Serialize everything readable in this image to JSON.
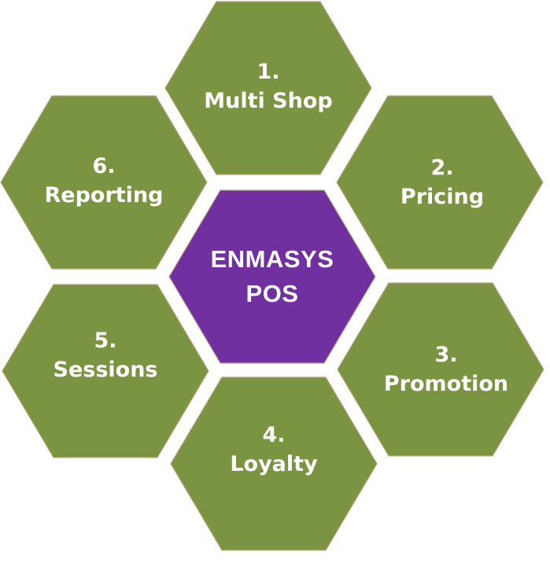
{
  "colors": {
    "hex_fill": "#7a9442",
    "hex_stroke": "#b8a27c",
    "center_fill": "#7030a0",
    "text": "#ffffff"
  },
  "center": {
    "line1": "ENMASYS",
    "line2": "POS"
  },
  "items": [
    {
      "number": "1.",
      "label": "Multi Shop"
    },
    {
      "number": "2.",
      "label": "Pricing"
    },
    {
      "number": "3.",
      "label": "Promotion"
    },
    {
      "number": "4.",
      "label": "Loyalty"
    },
    {
      "number": "5.",
      "label": "Sessions"
    },
    {
      "number": "6.",
      "label": "Reporting"
    }
  ]
}
